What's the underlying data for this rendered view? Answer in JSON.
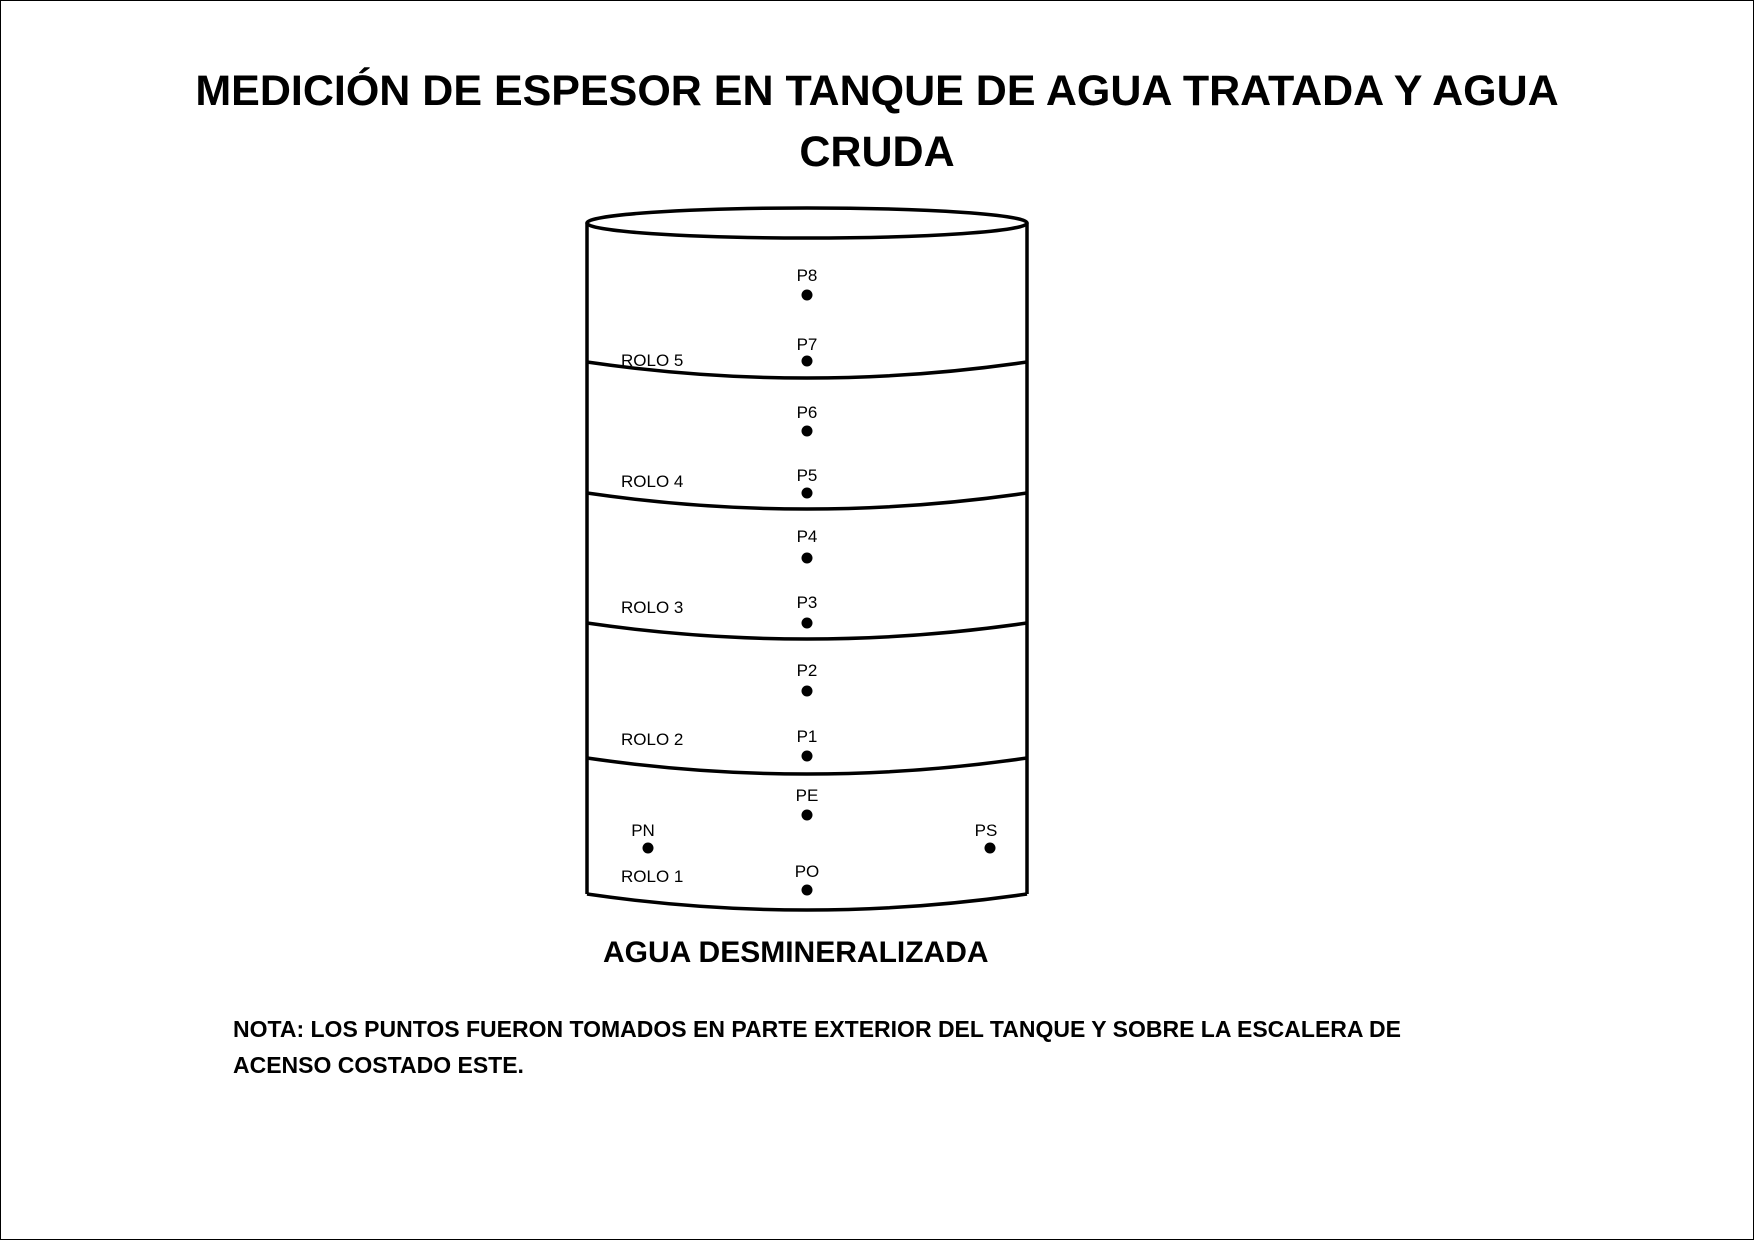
{
  "title": {
    "line1": "MEDICIÓN DE ESPESOR EN TANQUE DE AGUA TRATADA Y AGUA",
    "line2": "CRUDA"
  },
  "tank": {
    "rolls": [
      "ROLO 5",
      "ROLO 4",
      "ROLO 3",
      "ROLO 2",
      "ROLO 1"
    ],
    "points": {
      "p8": "P8",
      "p7": "P7",
      "p6": "P6",
      "p5": "P5",
      "p4": "P4",
      "p3": "P3",
      "p2": "P2",
      "p1": "P1",
      "pe": "PE",
      "po": "PO",
      "pn": "PN",
      "ps": "PS"
    }
  },
  "caption": "AGUA DESMINERALIZADA",
  "note": {
    "line1": "NOTA: LOS PUNTOS FUERON TOMADOS EN PARTE EXTERIOR DEL TANQUE Y SOBRE LA ESCALERA DE",
    "line2": "ACENSO COSTADO ESTE."
  }
}
